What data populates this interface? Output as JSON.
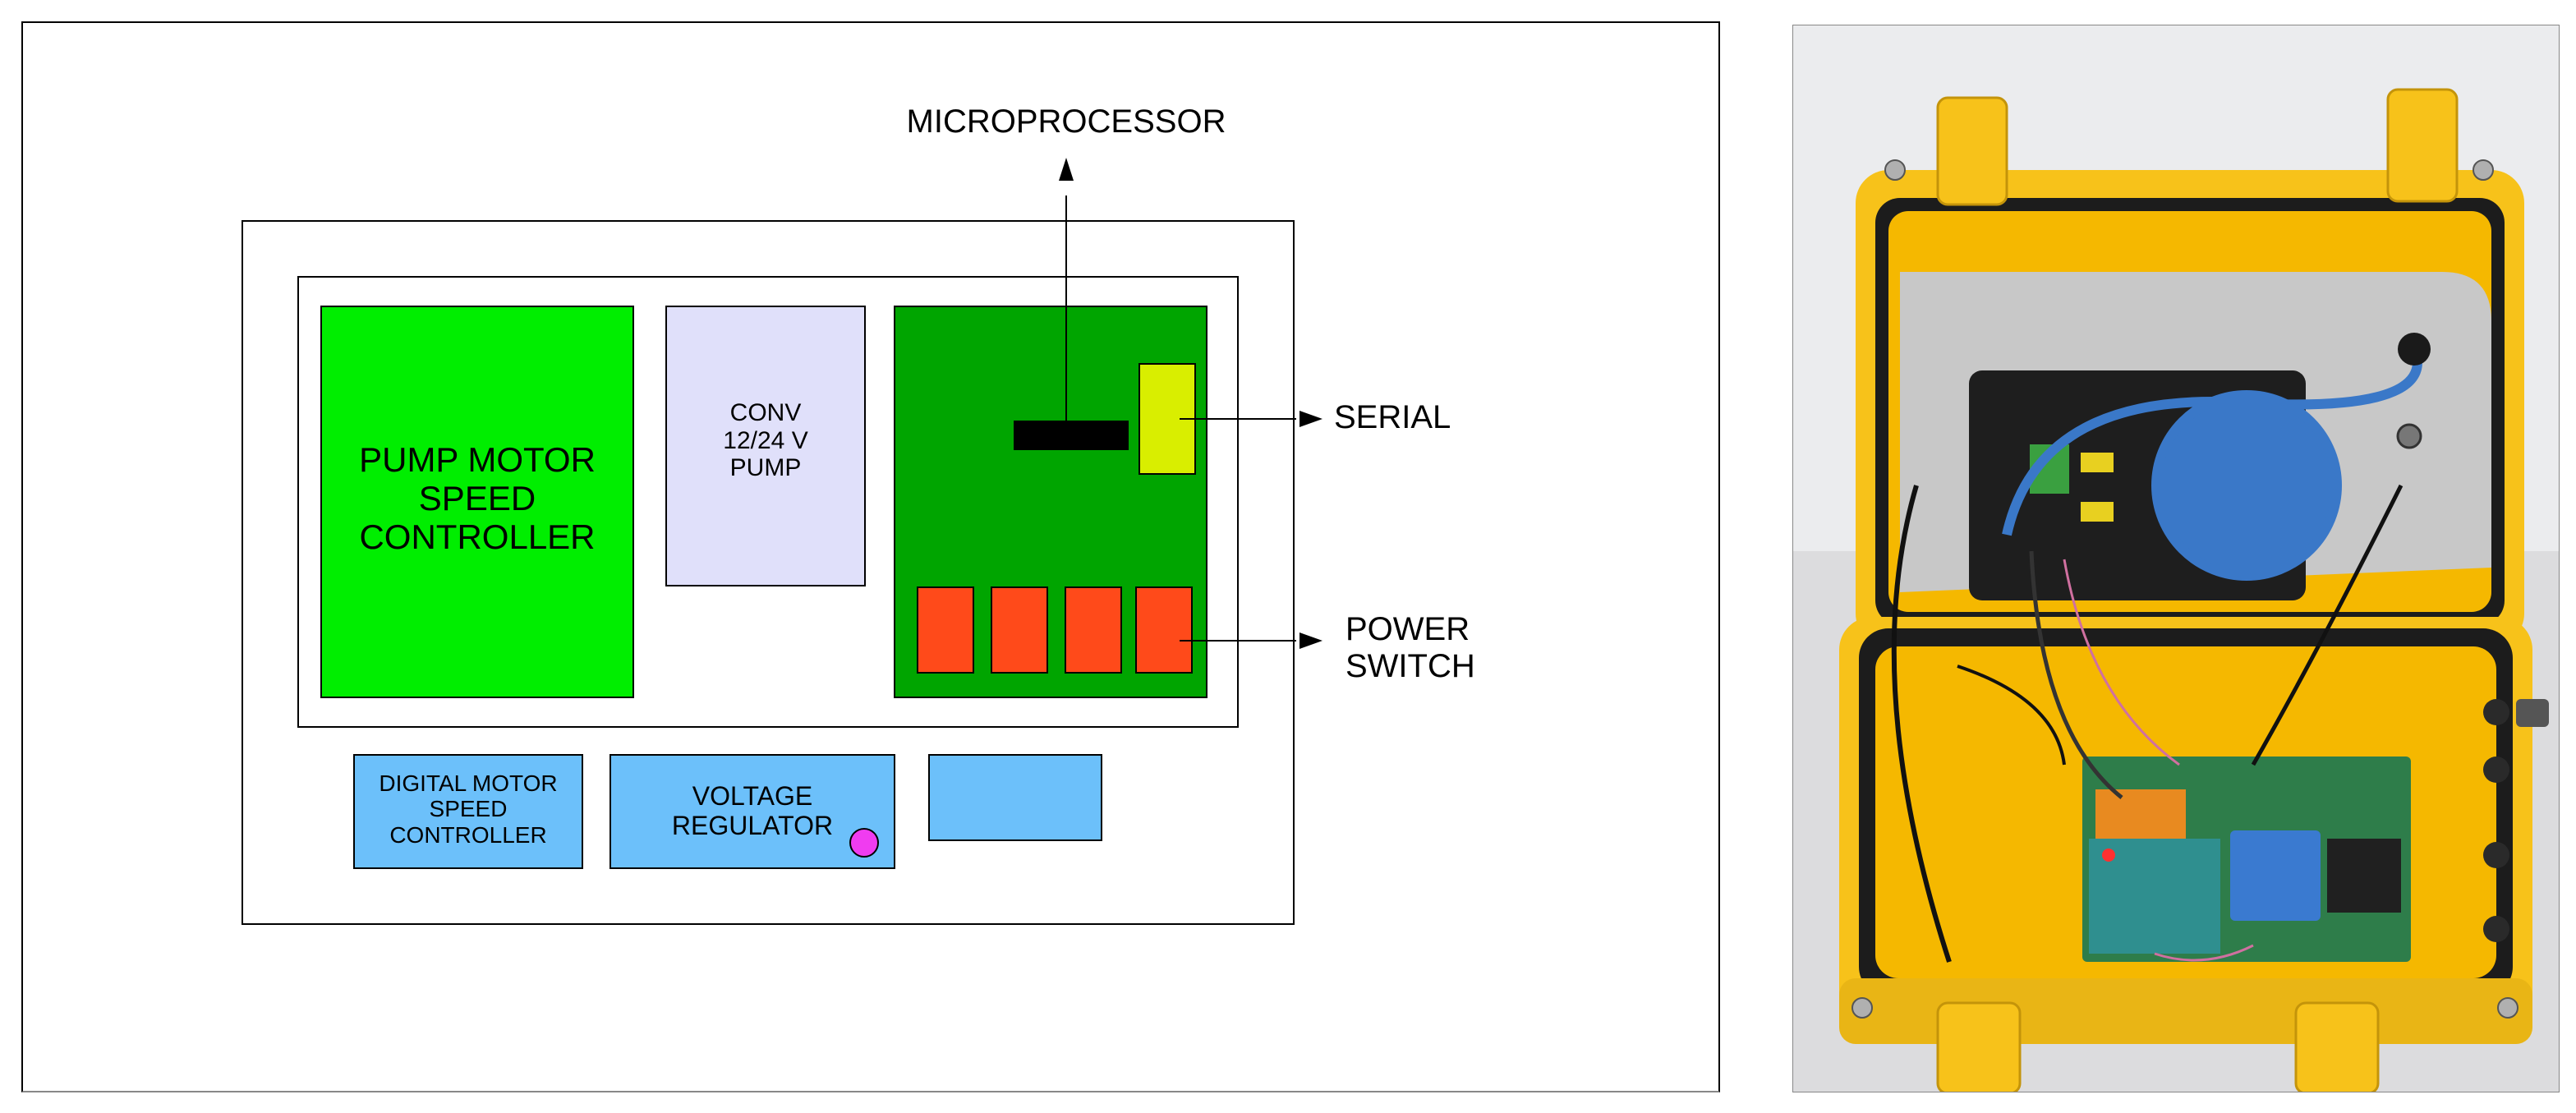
{
  "diagram": {
    "labels": {
      "microprocessor": "MICROPROCESSOR",
      "serial": "SERIAL",
      "power_switch": "POWER\nSWITCH",
      "pump_motor_speed_controller": "PUMP MOTOR\nSPEED\nCONTROLLER",
      "conv_pump": "CONV\n12/24 V\nPUMP",
      "digital_motor_speed_controller": "DIGITAL MOTOR\nSPEED\nCONTROLLER",
      "voltage_regulator": "VOLTAGE\nREGULATOR"
    },
    "colors": {
      "pump_controller": "#00ee00",
      "conv_pump": "#e0e0fa",
      "microprocessor_board": "#00a500",
      "serial_port": "#d9ee00",
      "relays": "#ff4a1a",
      "blue_modules": "#6cc0fa",
      "regulator_indicator": "#f03cf0"
    }
  },
  "photo": {
    "colors": {
      "case": "#f7c21a",
      "case_shadow": "#c4940a",
      "gasket": "#1c1c1c",
      "lid_plate": "#c8c8c8",
      "hmi_screen": "#1e1e1e",
      "cable": "#3a78c8",
      "wall": "#ebecee",
      "pcb": "#2e7d4a"
    }
  }
}
